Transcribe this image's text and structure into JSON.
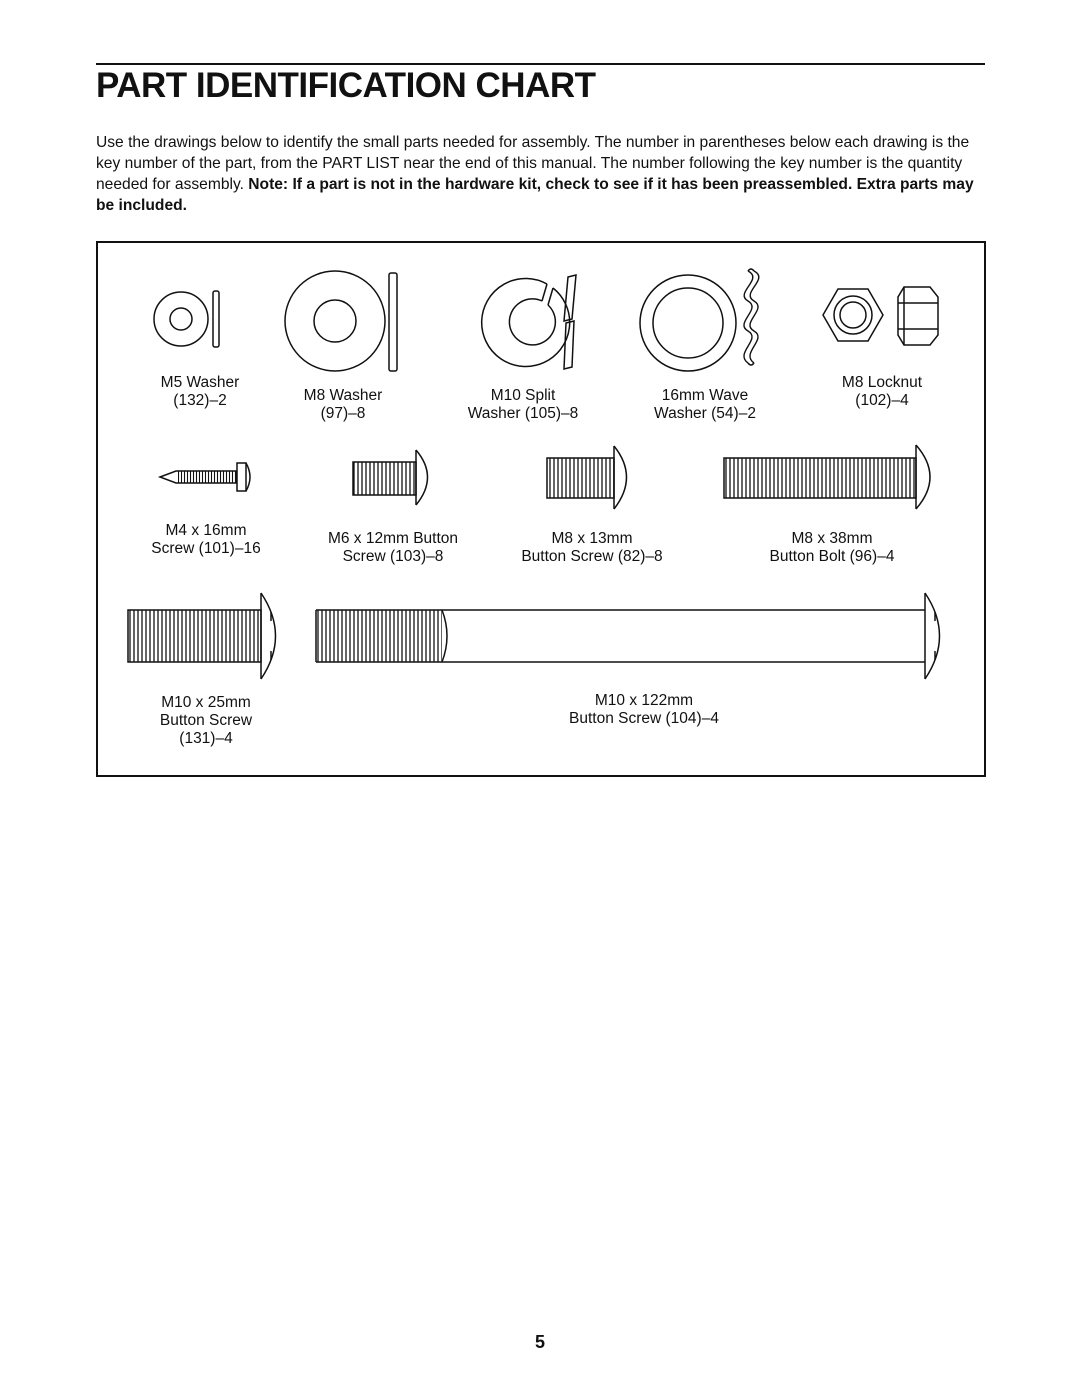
{
  "page": {
    "title": "PART IDENTIFICATION CHART",
    "intro_plain": "Use the drawings below to identify the small parts needed for assembly. The number in parentheses below each drawing is the key number of the part, from the PART LIST near the end of this manual. The number following the key number is the quantity needed for assembly. ",
    "intro_bold": "Note: If a part is not in the hardware kit, check to see if it has been preassembled. Extra parts may be included.",
    "page_number": "5"
  },
  "parts": [
    {
      "icon": "m5-washer-icon",
      "lines": [
        "M5 Washer",
        "(132)–2"
      ]
    },
    {
      "icon": "m8-washer-icon",
      "lines": [
        "M8 Washer",
        "(97)–8"
      ]
    },
    {
      "icon": "m10-split-washer-icon",
      "lines": [
        "M10 Split",
        "Washer (105)–8"
      ]
    },
    {
      "icon": "16mm-wave-washer-icon",
      "lines": [
        "16mm Wave",
        "Washer (54)–2"
      ]
    },
    {
      "icon": "m8-locknut-icon",
      "lines": [
        "M8 Locknut",
        "(102)–4"
      ]
    },
    {
      "icon": "m4-screw-icon",
      "lines": [
        "M4 x 16mm",
        "Screw (101)–16"
      ]
    },
    {
      "icon": "m6-button-screw-icon",
      "lines": [
        "M6 x 12mm Button",
        "Screw (103)–8"
      ]
    },
    {
      "icon": "m8-13mm-button-screw-icon",
      "lines": [
        "M8 x 13mm",
        "Button Screw (82)–8"
      ]
    },
    {
      "icon": "m8-38mm-button-bolt-icon",
      "lines": [
        "M8 x 38mm",
        "Button Bolt (96)–4"
      ]
    },
    {
      "icon": "m10-25mm-button-screw-icon",
      "lines": [
        "M10 x 25mm",
        "Button Screw",
        "(131)–4"
      ]
    },
    {
      "icon": "m10-122mm-button-screw-icon",
      "lines": [
        "M10 x 122mm",
        "Button Screw (104)–4"
      ]
    }
  ]
}
